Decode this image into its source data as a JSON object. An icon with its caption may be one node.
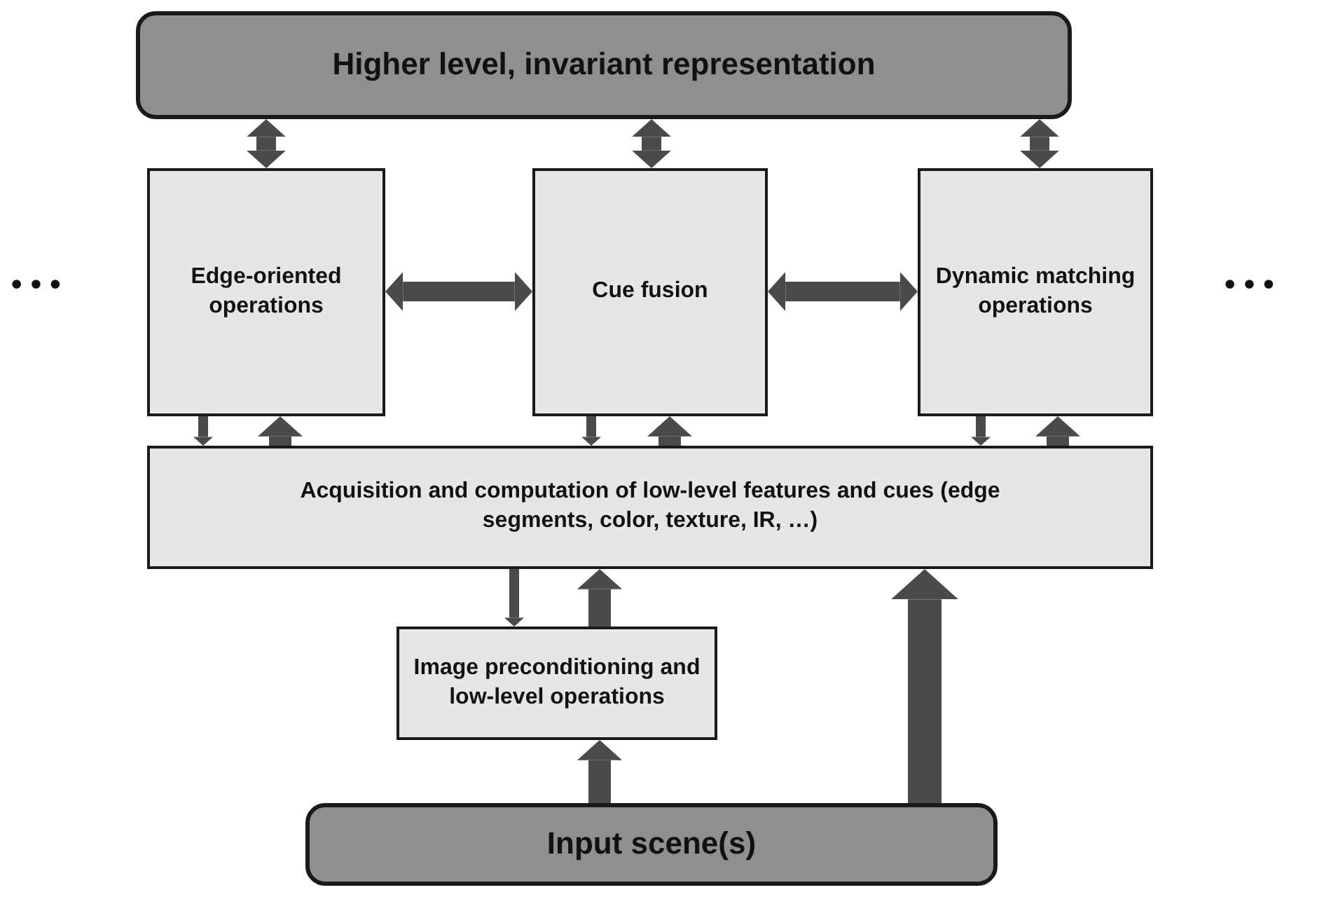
{
  "diagram": {
    "nodes": [
      {
        "text": [
          "Higher level, invariant representation"
        ]
      },
      {
        "text": [
          "Edge-oriented operations"
        ]
      },
      {
        "text": [
          "Cue fusion"
        ]
      },
      {
        "text": [
          "Dynamic matching operations"
        ]
      },
      {
        "text": [
          "Acquisition and computation of low-level features and cues (edge segments, color, texture, IR, …)"
        ]
      },
      {
        "text": [
          "Image preconditioning and low-level operations"
        ]
      },
      {
        "text": [
          "Input scene(s)"
        ]
      }
    ],
    "edges": [
      {
        "from": 0,
        "to": 1,
        "arrow": "both"
      },
      {
        "from": 0,
        "to": 2,
        "arrow": "both"
      },
      {
        "from": 0,
        "to": 3,
        "arrow": "both"
      },
      {
        "from": 1,
        "to": 2,
        "arrow": "both"
      },
      {
        "from": 2,
        "to": 3,
        "arrow": "both"
      },
      {
        "from": 1,
        "to": 4,
        "arrow": "to"
      },
      {
        "from": 4,
        "to": 1,
        "arrow": "to"
      },
      {
        "from": 2,
        "to": 4,
        "arrow": "to"
      },
      {
        "from": 4,
        "to": 2,
        "arrow": "to"
      },
      {
        "from": 3,
        "to": 4,
        "arrow": "to"
      },
      {
        "from": 4,
        "to": 3,
        "arrow": "to"
      },
      {
        "from": 4,
        "to": 5,
        "arrow": "to"
      },
      {
        "from": 5,
        "to": 4,
        "arrow": "to"
      },
      {
        "from": 6,
        "to": 5,
        "arrow": "to"
      },
      {
        "from": 6,
        "to": 4,
        "arrow": "to"
      }
    ],
    "labels": [
      "• • •",
      "• • •"
    ]
  }
}
